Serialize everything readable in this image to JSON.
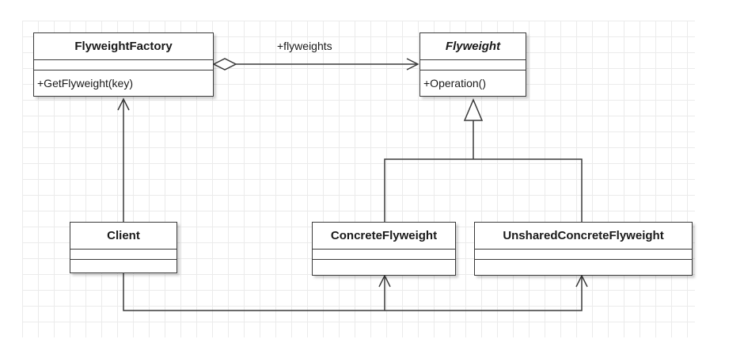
{
  "classes": {
    "flyweight_factory": {
      "name": "FlyweightFactory",
      "operation": "+GetFlyweight(key)"
    },
    "flyweight": {
      "name": "Flyweight",
      "operation": "+Operation()"
    },
    "client": {
      "name": "Client"
    },
    "concrete_flyweight": {
      "name": "ConcreteFlyweight"
    },
    "unshared_concrete_flyweight": {
      "name": "UnsharedConcreteFlyweight"
    }
  },
  "relations": {
    "aggregation_label": "+flyweights"
  },
  "colors": {
    "line": "#3a3a3a",
    "grid": "#ebebeb",
    "background": "#ffffff"
  }
}
